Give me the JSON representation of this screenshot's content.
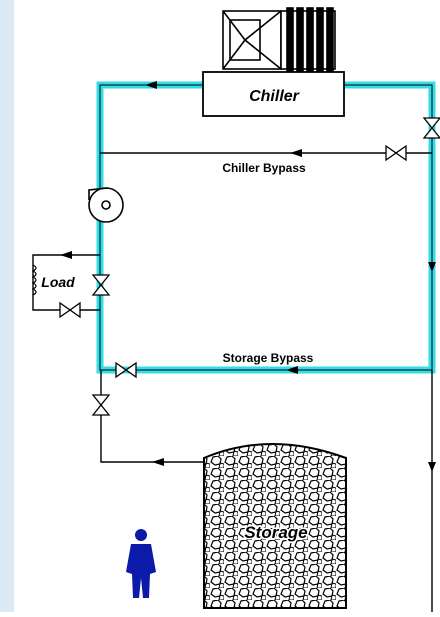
{
  "colors": {
    "background": "#dde9f3",
    "panel": "#ffffff",
    "loop": "#33dde8",
    "line": "#000000",
    "person": "#0b1aa8"
  },
  "labels": {
    "chiller": "Chiller",
    "chiller_bypass": "Chiller Bypass",
    "load": "Load",
    "storage_bypass": "Storage Bypass",
    "storage": "Storage"
  },
  "icons": [
    "chiller-fan-icon",
    "pump-icon",
    "valve-icon",
    "flow-arrow-icon",
    "person-icon",
    "coil-icon"
  ]
}
